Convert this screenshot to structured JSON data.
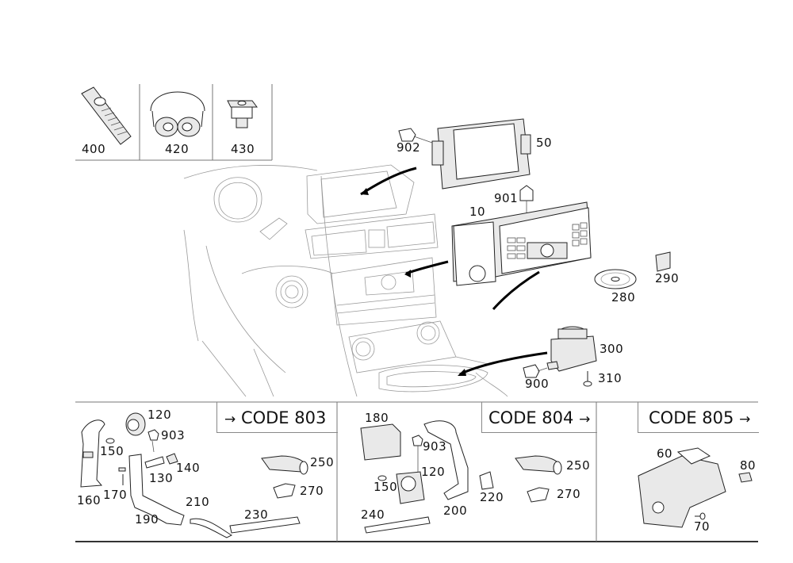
{
  "diagram": {
    "type": "exploded parts diagram",
    "subject": "Dashboard audio / COMAND head unit and accessories"
  },
  "accessories": [
    {
      "id": "400",
      "icon": "remote-control"
    },
    {
      "id": "420",
      "icon": "headphones"
    },
    {
      "id": "430",
      "icon": "usb-socket"
    }
  ],
  "main_parts": {
    "display": {
      "id": "50",
      "icon": "display-screen"
    },
    "display_connector": {
      "id": "902",
      "icon": "connector"
    },
    "head_unit": {
      "id": "10",
      "icon": "head-unit"
    },
    "head_unit_connector": {
      "id": "901",
      "icon": "connector"
    },
    "disc": {
      "id": "280",
      "icon": "disc"
    },
    "card": {
      "id": "290",
      "icon": "memory-card"
    },
    "controller": {
      "id": "300",
      "icon": "rotary-controller"
    },
    "controller_screw": {
      "id": "310",
      "icon": "screw"
    },
    "controller_connector": {
      "id": "900",
      "icon": "connector"
    }
  },
  "sections": [
    {
      "code_label": "CODE 803",
      "code_arrow": "→",
      "arrow_position": "before",
      "labels": [
        "120",
        "903",
        "150",
        "140",
        "130",
        "160",
        "170",
        "190",
        "210",
        "230",
        "250",
        "270"
      ]
    },
    {
      "code_label": "CODE 804",
      "code_arrow": "→",
      "arrow_position": "after",
      "labels": [
        "180",
        "903",
        "120",
        "150",
        "200",
        "220",
        "240",
        "250",
        "270"
      ]
    },
    {
      "code_label": "CODE 805",
      "code_arrow": "→",
      "arrow_position": "after",
      "labels": [
        "60",
        "80",
        "70"
      ]
    }
  ]
}
